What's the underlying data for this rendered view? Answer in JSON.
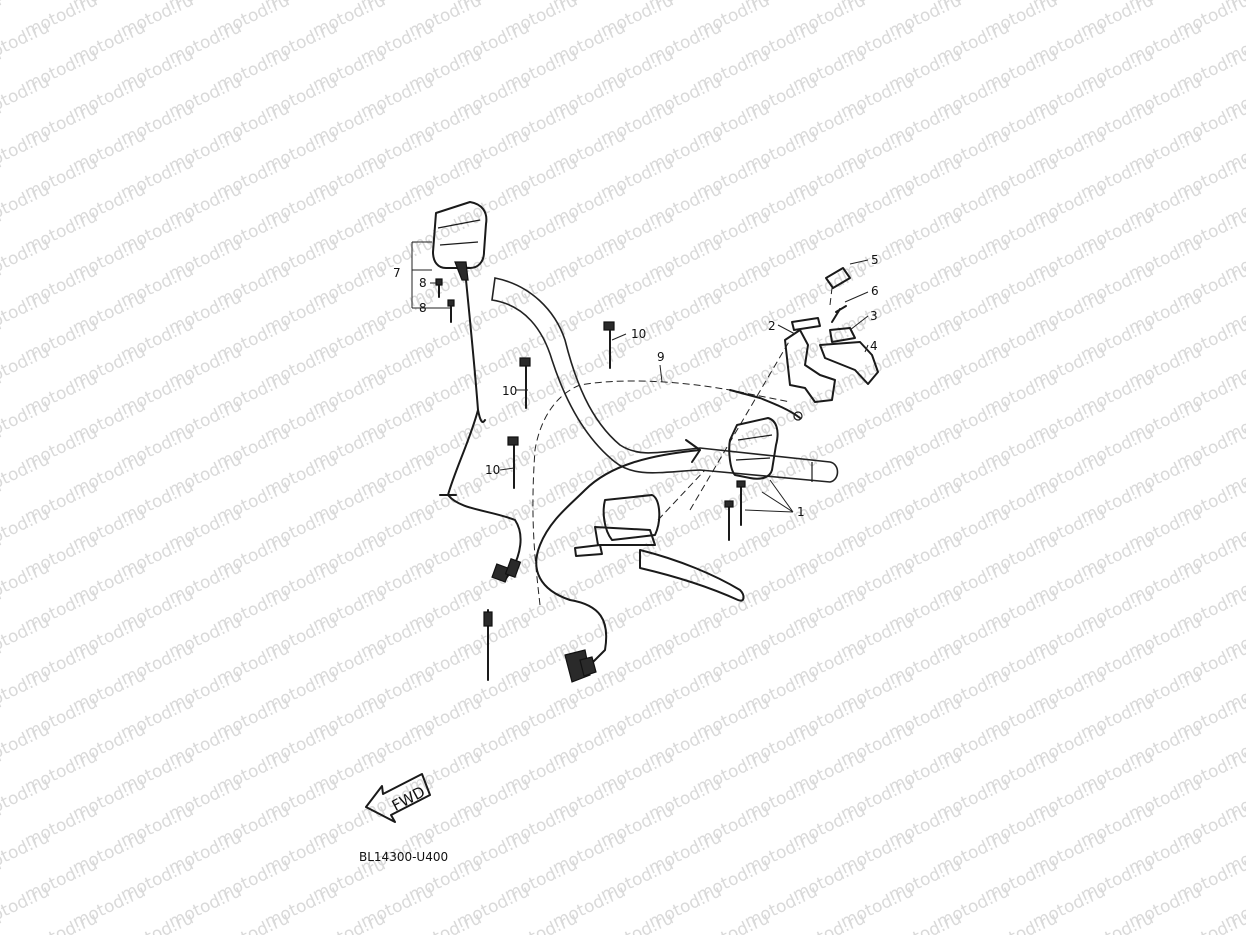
{
  "watermark": {
    "text": "motod.ru",
    "color": "#d9d9d9"
  },
  "fwd_label": "FWD",
  "diagram_code": "BL14300-U400",
  "callouts": {
    "c1": "1",
    "c2": "2",
    "c3": "3",
    "c4": "4",
    "c5": "5",
    "c6": "6",
    "c7": "7",
    "c8a": "8",
    "c8b": "8",
    "c9": "9",
    "c10a": "10",
    "c10b": "10",
    "c10c": "10"
  }
}
